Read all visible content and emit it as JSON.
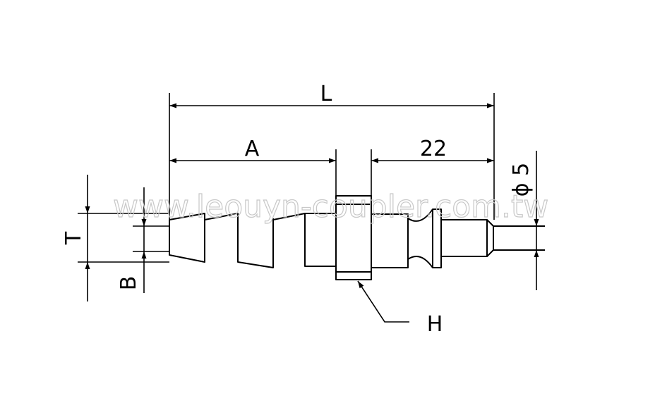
{
  "labels": {
    "length": "L",
    "barb_length": "A",
    "nose_length": "22",
    "hex": "H",
    "thickness": "T",
    "bore": "B",
    "tip_diameter": "ϕ 5"
  },
  "watermark": "www.leouyn-coupler.com.tw",
  "colors": {
    "line": "#000000",
    "background": "#ffffff",
    "watermark": "#c8c8c8"
  }
}
